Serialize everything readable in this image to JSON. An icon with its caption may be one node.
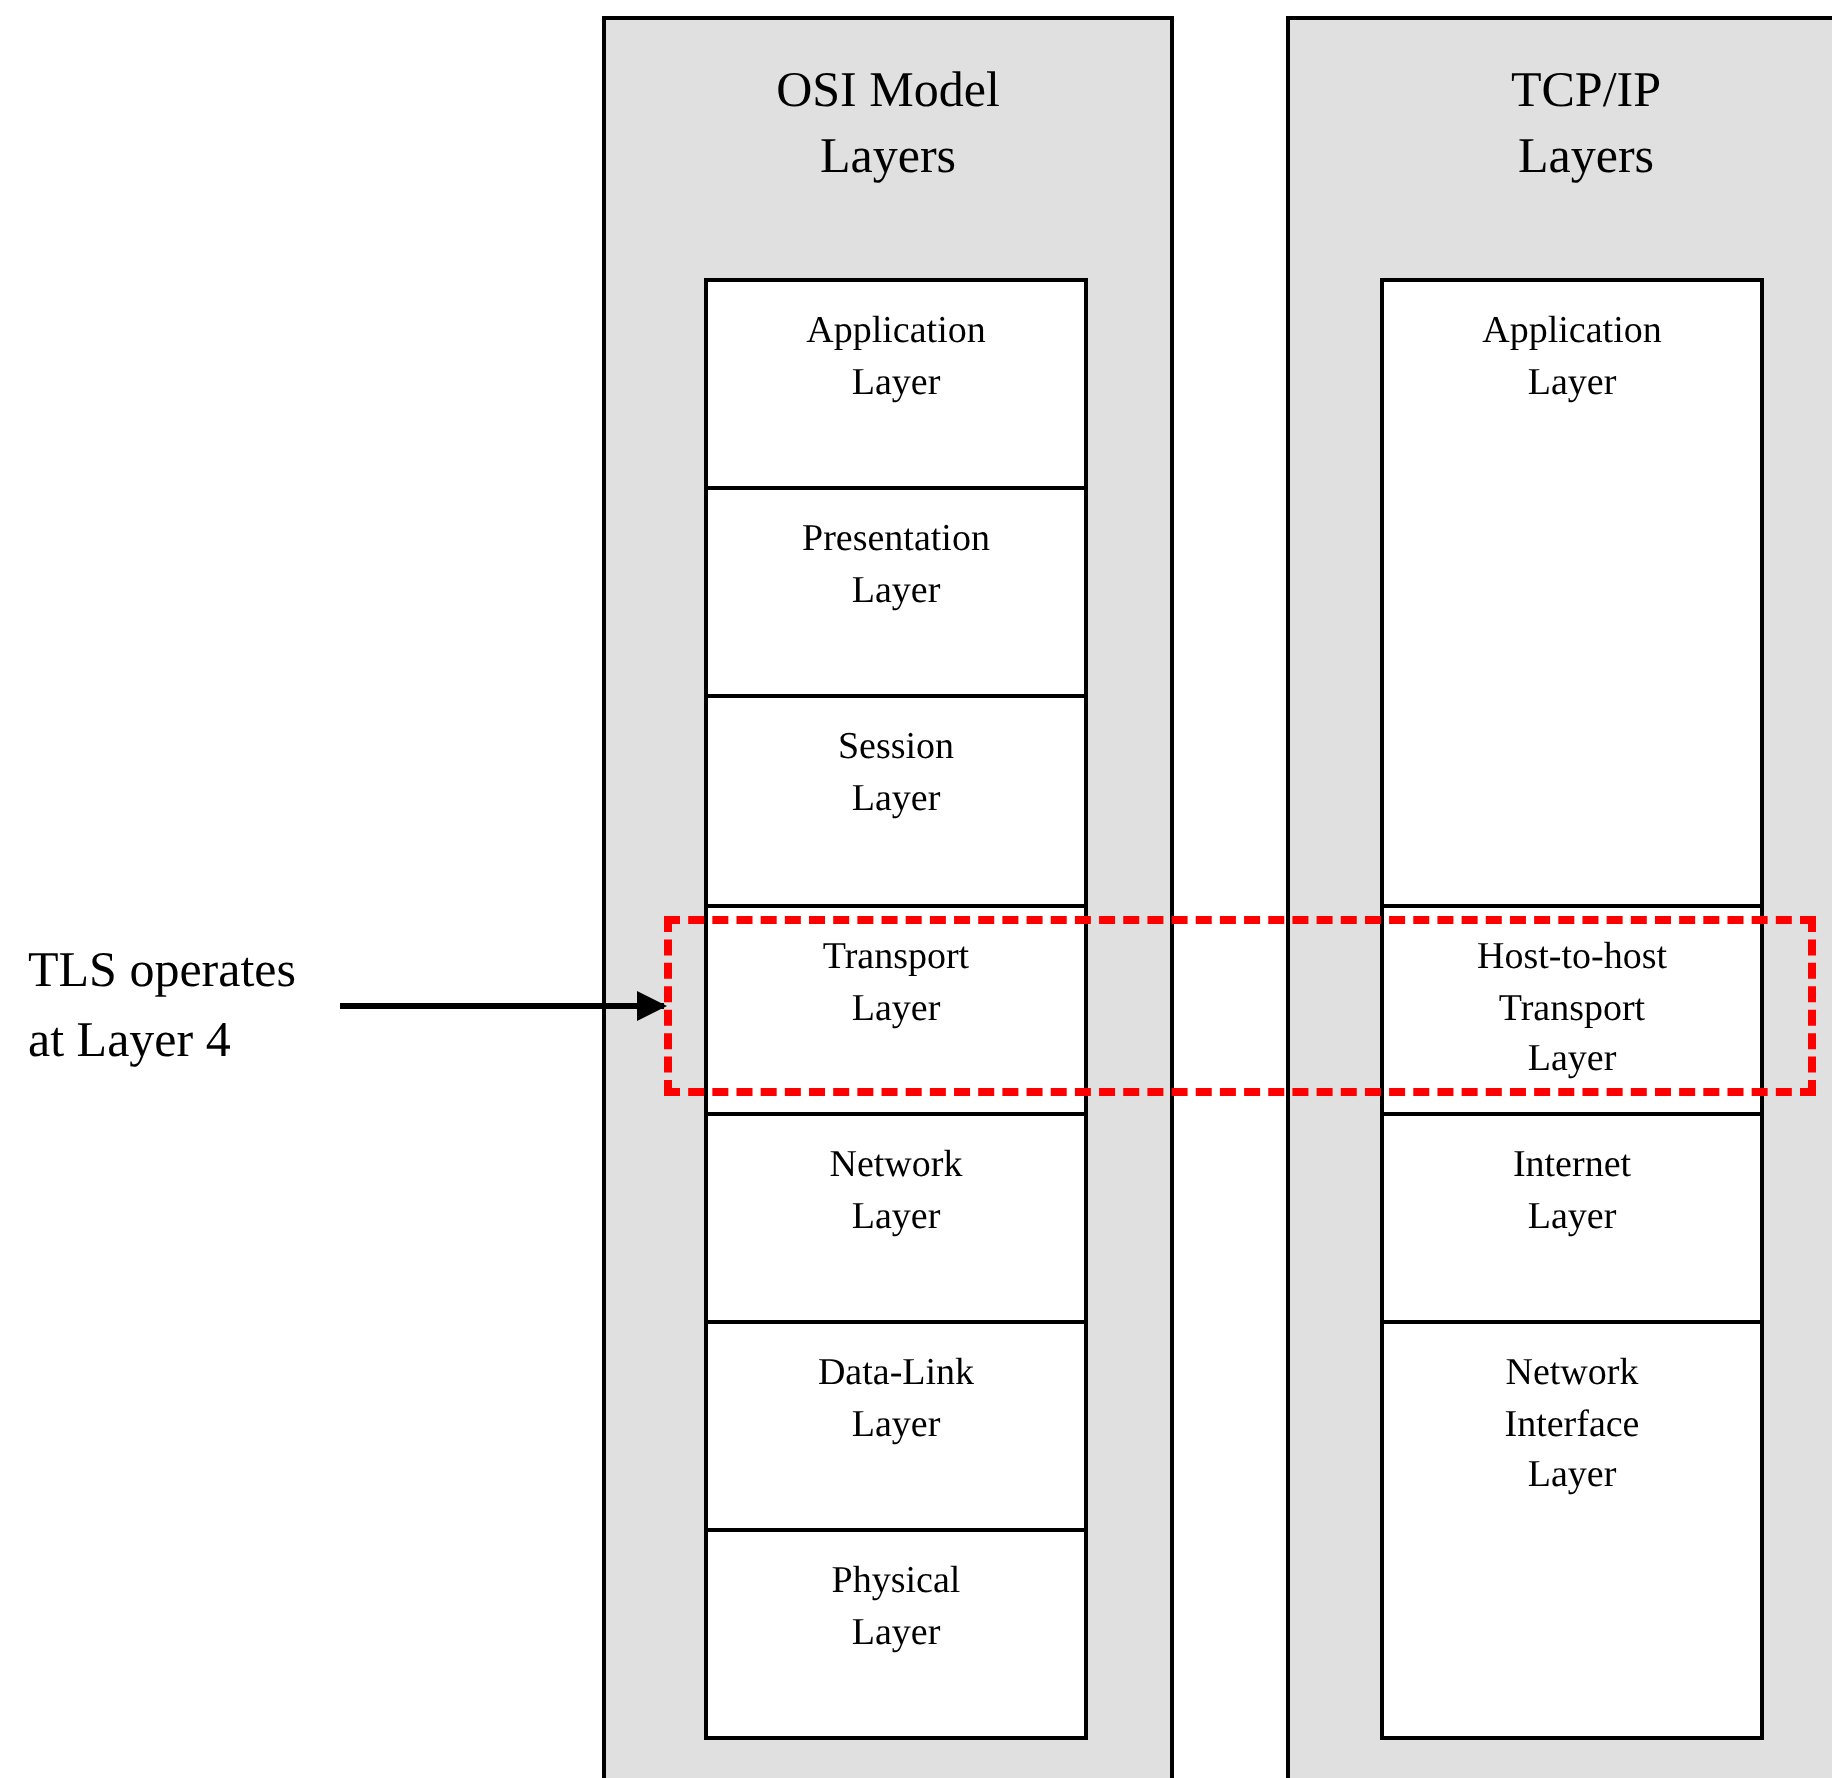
{
  "diagram": {
    "nodes": [
      {
        "text": [
          "OSI Model Layers"
        ]
      },
      {
        "text": [
          "Application Layer"
        ],
        "in": 0
      },
      {
        "text": [
          "Presentation Layer"
        ],
        "in": 0
      },
      {
        "text": [
          "Session Layer"
        ],
        "in": 0
      },
      {
        "text": [
          "Transport Layer"
        ],
        "in": 0
      },
      {
        "text": [
          "Network Layer"
        ],
        "in": 0
      },
      {
        "text": [
          "Data-Link Layer"
        ],
        "in": 0
      },
      {
        "text": [
          "Physical Layer"
        ],
        "in": 0
      },
      {
        "text": [
          "TCP/IP Layers"
        ]
      },
      {
        "text": [
          "Application Layer"
        ],
        "in": 8
      },
      {
        "text": [
          "Host-to-host Transport Layer"
        ],
        "in": 8
      },
      {
        "text": [
          "Internet Layer"
        ],
        "in": 8
      },
      {
        "text": [
          "Network Interface Layer"
        ],
        "in": 8
      },
      {
        "text": [
          "TLS operates at Layer 4"
        ]
      },
      {
        "text": [],
        "shape": "box"
      }
    ],
    "edges": [
      {
        "from": 13,
        "to": 14,
        "arrow": "to"
      }
    ]
  }
}
